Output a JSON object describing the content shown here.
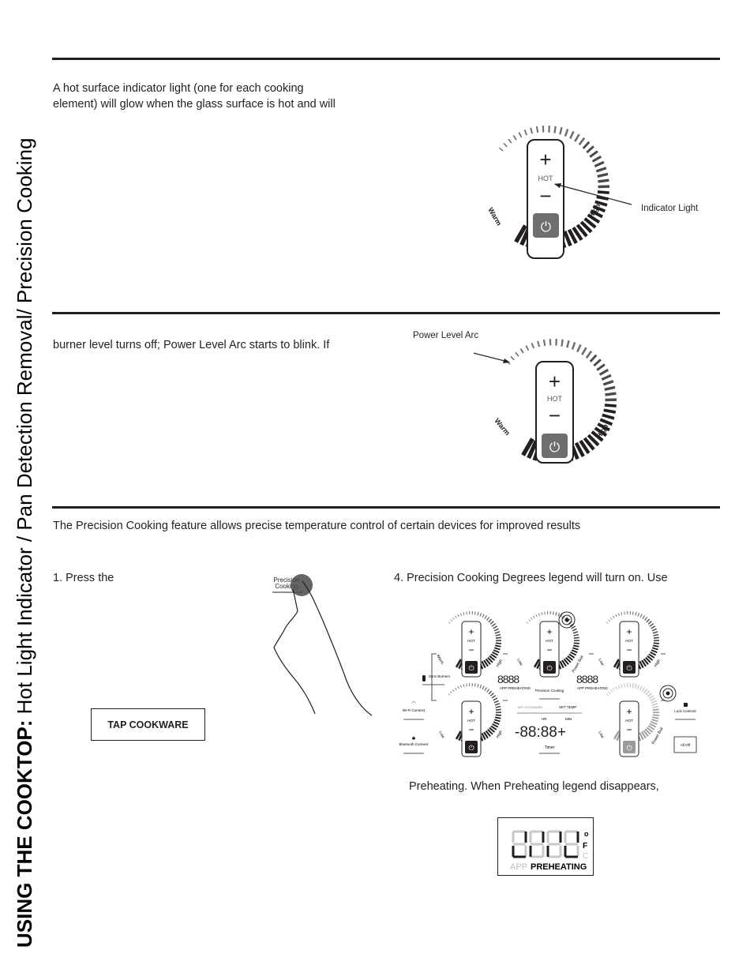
{
  "side_title": {
    "bold": "USING THE COOKTOP:",
    "regular": " Hot Light Indicator / Pan Detection Removal/ Precision Cooking"
  },
  "section_hot_light": {
    "text_line1": "A hot surface indicator light (one for each cooking",
    "text_line2": "element) will glow when the glass surface is hot and will",
    "callout": "Indicator Light"
  },
  "section_pan_detection": {
    "text": "burner level turns off; Power Level Arc starts to blink. If",
    "callout": "Power Level Arc"
  },
  "section_precision": {
    "intro": "The Precision Cooking feature allows precise temperature control of certain devices for improved results",
    "step1": "1. Press the",
    "precision_button_line1": "Precision",
    "precision_button_line2": "Cooking",
    "step4": "4. Precision Cooking Degrees legend will turn on. Use",
    "preheating_note": "Preheating. When Preheating legend disappears,",
    "tap_cookware": "TAP COOKWARE"
  },
  "knob": {
    "hot_label": "HOT",
    "plus": "+",
    "minus": "−",
    "warm_label": "Warm",
    "high_label": "High",
    "power_glyph": "⏻"
  },
  "control_panel": {
    "sync_burners": "Sync Burners",
    "wifi_connect": "Wi-Fi Connect",
    "bluetooth_connect": "Bluetooth Connect",
    "app_preheating": "APP PREHEATING",
    "precision_cooking": "Precision Cooking",
    "tap_cookware_small": "TAP COOKWARE",
    "set_temp": "SET TEMP",
    "hr": "HR",
    "min": "MIN",
    "timer": "Timer",
    "lock_controls": "Lock Controls",
    "all_off": "All Off",
    "low": "Low",
    "high": "High",
    "power_boil": "Power Boil"
  },
  "display_closeup": {
    "app": "APP",
    "preheating": "PREHEATING",
    "deg": "o",
    "f": "F",
    "c": "C"
  }
}
